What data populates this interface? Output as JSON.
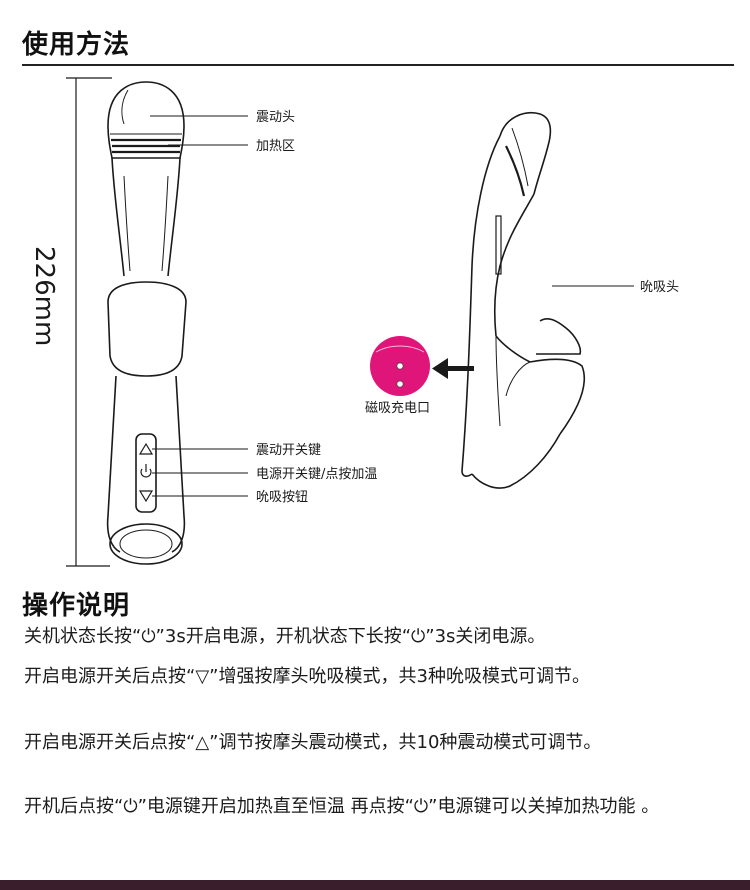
{
  "sections": {
    "usage_title": "使用方法",
    "ops_title": "操作说明"
  },
  "diagram": {
    "dimension": "226mm",
    "labels": {
      "vibration_head": "震动头",
      "heating_zone": "加热区",
      "vibration_switch": "震动开关键",
      "power_switch": "电源开关键/点按加温",
      "suction_button": "吮吸按钮",
      "suction_head": "吮吸头",
      "magnetic_charging": "磁吸充电口"
    },
    "colors": {
      "charger_pink": "#e0157a",
      "outline": "#1a1a1a"
    }
  },
  "instructions": [
    "关机状态长按“⏻”3s开启电源，开机状态下长按“⏻”3s关闭电源。",
    "开启电源开关后点按“▽”增强按摩头吮吸模式，共3种吮吸模式可调节。",
    "开启电源开关后点按“△”调节按摩头震动模式，共10种震动模式可调节。",
    "开机后点按“⏻”电源键开启加热直至恒温 再点按“⏻”电源键可以关掉加热功能 。"
  ]
}
